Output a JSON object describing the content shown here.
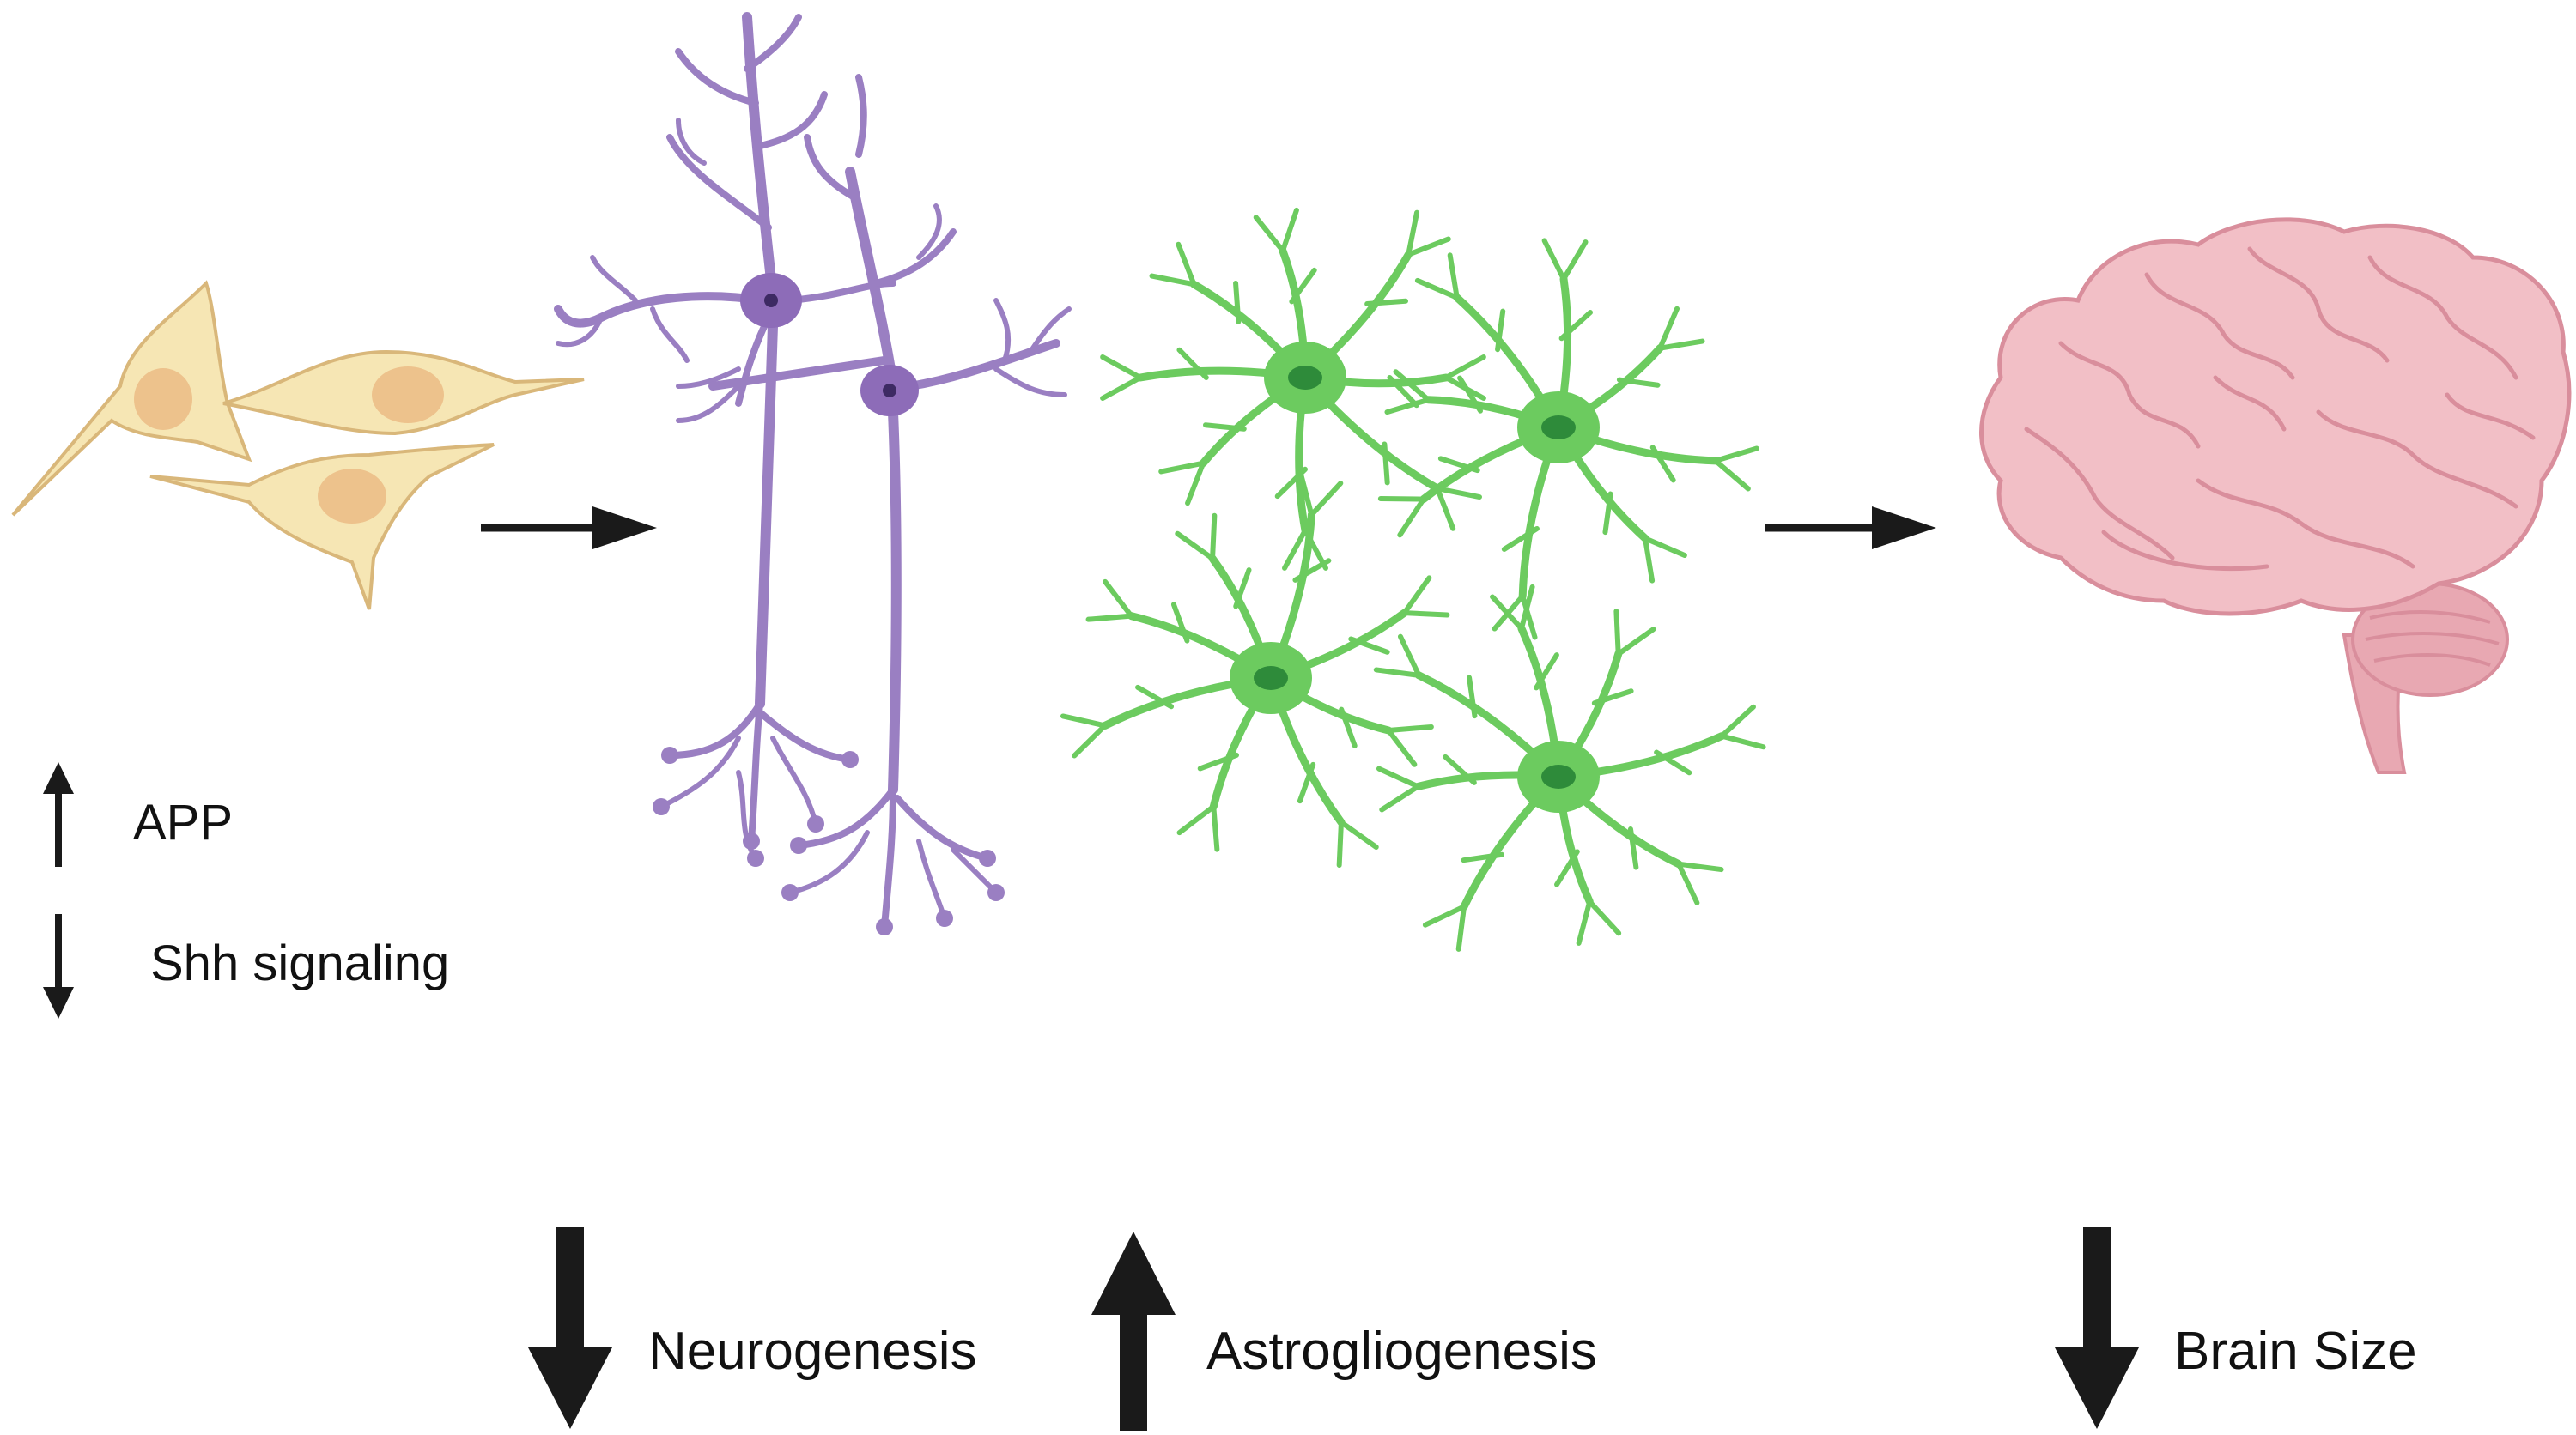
{
  "left_legend": {
    "items": [
      {
        "direction": "up",
        "label": "APP"
      },
      {
        "direction": "down",
        "label": "Shh signaling"
      }
    ]
  },
  "outcomes": [
    {
      "direction": "down",
      "label": "Neurogenesis"
    },
    {
      "direction": "up",
      "label": "Astrogliogenesis"
    },
    {
      "direction": "down",
      "label": "Brain Size"
    }
  ],
  "icons": {
    "progenitor_cells": "progenitor-cells-icon",
    "neurons": "neurons-icon",
    "astrocytes": "astrocytes-icon",
    "brain": "brain-icon"
  },
  "colors": {
    "progenitor_fill": "#F6E6B4",
    "progenitor_nucleus": "#EDC28C",
    "neuron": "#9A7FC2",
    "neuron_soma": "#7E5AAE",
    "astrocyte": "#6CCB5F",
    "astrocyte_nucleus": "#2E8B3A",
    "brain": "#F2BFC6",
    "brain_outline": "#D98E9C",
    "arrow": "#1A1A1A"
  }
}
